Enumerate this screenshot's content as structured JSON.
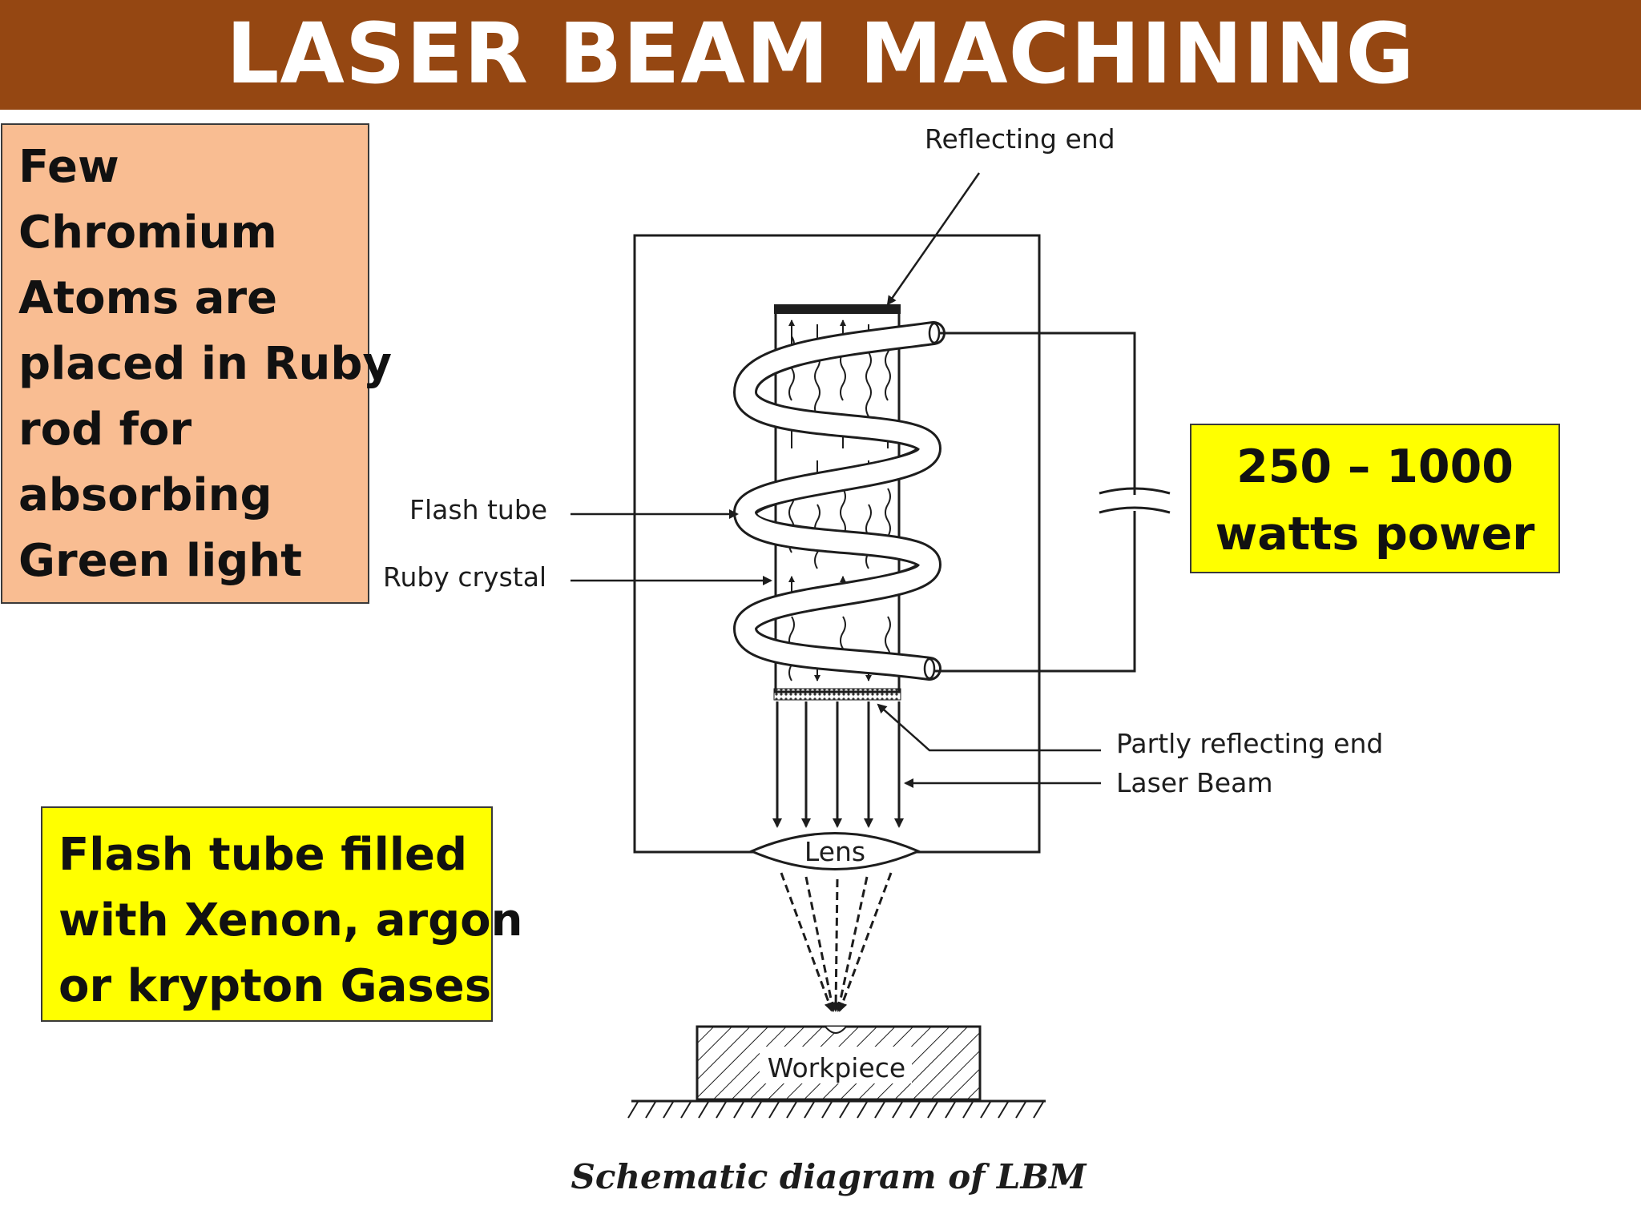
{
  "title": "LASER BEAM MACHINING",
  "callouts": {
    "chromium": [
      "Few",
      "Chromium",
      "Atoms are",
      "placed in Ruby",
      "rod for",
      "absorbing",
      "Green light"
    ],
    "power": [
      "250 – 1000",
      "watts power"
    ],
    "gas": [
      "Flash tube filled",
      "with Xenon, argon",
      "or krypton Gases"
    ]
  },
  "diagram": {
    "labels": {
      "reflecting_end": "Reflecting end",
      "flash_tube": "Flash tube",
      "ruby_crystal": "Ruby crystal",
      "partly_reflecting_end": "Partly reflecting end",
      "laser_beam": "Laser Beam",
      "lens": "Lens",
      "workpiece": "Workpiece"
    },
    "caption": "Schematic diagram of LBM"
  },
  "colors": {
    "title_bar": "#954712",
    "chromium_box": "#f9bd92",
    "highlight_box": "#ffff00"
  }
}
